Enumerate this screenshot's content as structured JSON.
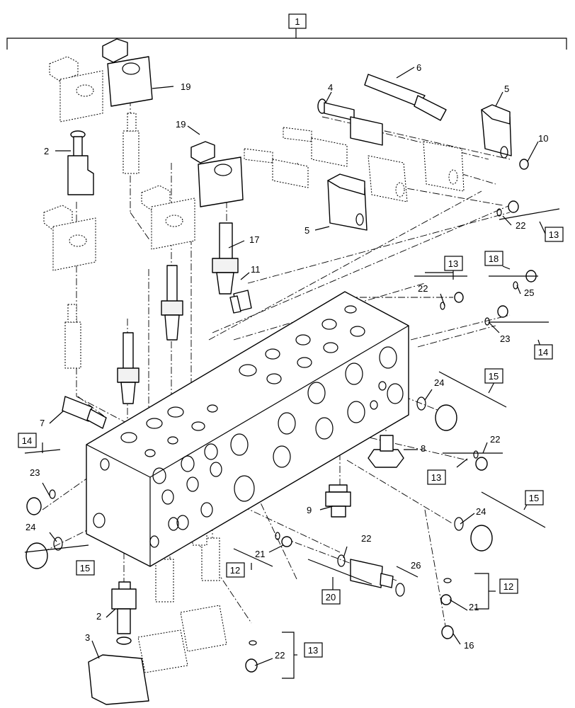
{
  "diagram": {
    "assembly_callout": "1",
    "part_callouts": {
      "p2_top": "2",
      "p2_bottom": "2",
      "p3": "3",
      "p4": "4",
      "p5_top": "5",
      "p5_mid": "5",
      "p6": "6",
      "p7": "7",
      "p8": "8",
      "p9": "9",
      "p10": "10",
      "p11": "11",
      "p16": "16",
      "p17": "17",
      "p19_top": "19",
      "p19_mid": "19",
      "p21_low": "21",
      "p21_right": "21",
      "p22_upper_right": "22",
      "p22_right_mid": "22",
      "p22_right_low": "22",
      "p22_center": "22",
      "p22_bottom": "22",
      "p23_left": "23",
      "p23_right": "23",
      "p24_left": "24",
      "p24_right_top": "24",
      "p24_right_low": "24",
      "p25": "25",
      "p26": "26"
    },
    "kit_callouts": {
      "k13_top": "13",
      "k13_upper": "13",
      "k13_right": "13",
      "k13_bottom": "13",
      "k14_left": "14",
      "k14_right": "14",
      "k15_left": "15",
      "k15_right_top": "15",
      "k15_right_low": "15",
      "k12_center": "12",
      "k12_right": "12",
      "k18": "18",
      "k20": "20"
    }
  }
}
